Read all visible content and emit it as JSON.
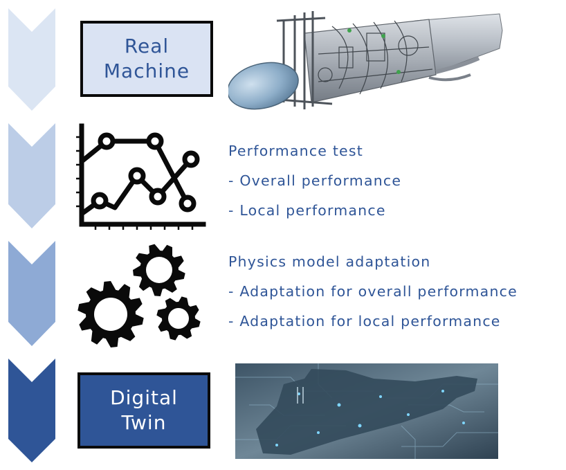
{
  "steps": [
    {
      "label": "Real\nMachine"
    },
    {
      "heading": "Performance test",
      "items": [
        "-  Overall performance",
        "-  Local performance"
      ]
    },
    {
      "heading": "Physics model adaptation",
      "items": [
        "-  Adaptation for overall performance",
        "-  Adaptation for local performance"
      ]
    },
    {
      "label": "Digital\nTwin"
    }
  ],
  "colors": {
    "chevron": [
      "#dbe5f3",
      "#bccde7",
      "#8eaad5",
      "#2f5597"
    ],
    "real_box_fill": "#dae3f3",
    "real_box_text": "#2f5597",
    "twin_box_fill": "#2f5597",
    "twin_box_text": "#ffffff",
    "body_text": "#2f5597",
    "icon": "#0a0a0a"
  },
  "icons": [
    "line-chart-icon",
    "gears-icon"
  ],
  "images": [
    "gas-turbine-engine",
    "digital-twin-engine"
  ]
}
